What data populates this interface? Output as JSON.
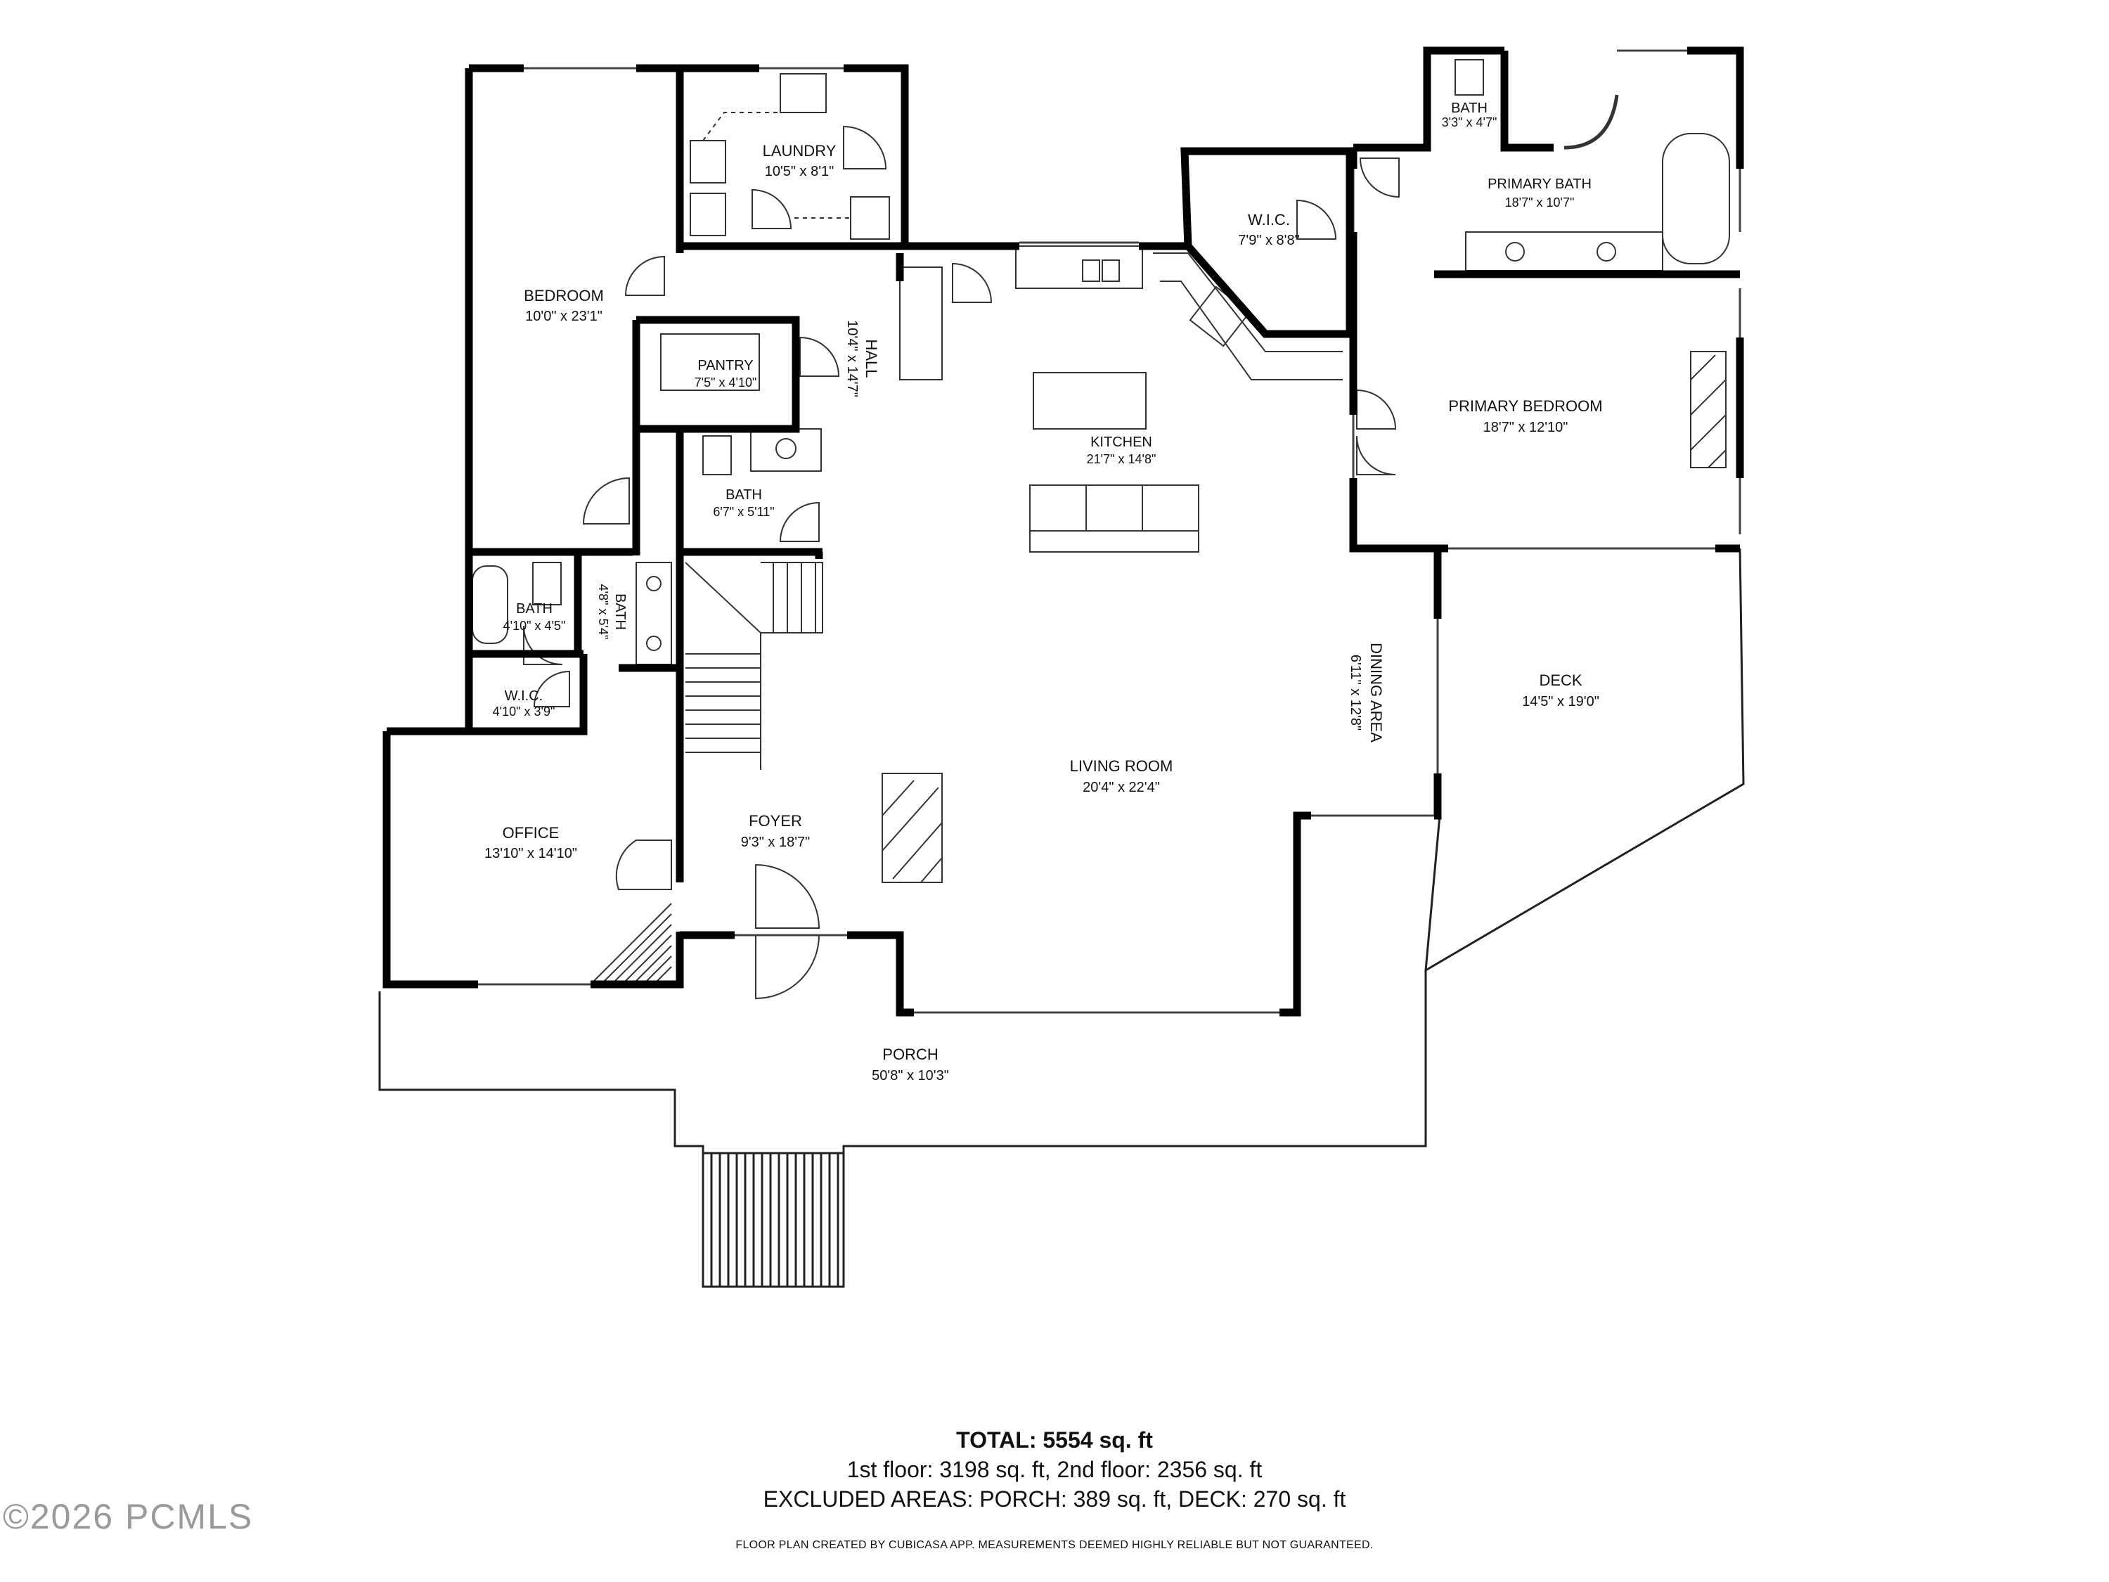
{
  "rooms": [
    {
      "id": "bedroom",
      "name": "BEDROOM",
      "dim": "10'0\" x 23'1\""
    },
    {
      "id": "laundry",
      "name": "LAUNDRY",
      "dim": "10'5\" x 8'1\""
    },
    {
      "id": "pantry",
      "name": "PANTRY",
      "dim": "7'5\" x 4'10\""
    },
    {
      "id": "hall",
      "name": "HALL",
      "dim": "10'4\" x 14'7\""
    },
    {
      "id": "bath-center",
      "name": "BATH",
      "dim": "6'7\" x 5'11\""
    },
    {
      "id": "bath-left",
      "name": "BATH",
      "dim": "4'10\" x 4'5\""
    },
    {
      "id": "bath-small",
      "name": "BATH",
      "dim": "4'8\" x 5'4\""
    },
    {
      "id": "wic-left",
      "name": "W.I.C.",
      "dim": "4'10\" x 3'9\""
    },
    {
      "id": "office",
      "name": "OFFICE",
      "dim": "13'10\" x 14'10\""
    },
    {
      "id": "foyer",
      "name": "FOYER",
      "dim": "9'3\" x 18'7\""
    },
    {
      "id": "living",
      "name": "LIVING ROOM",
      "dim": "20'4\" x 22'4\""
    },
    {
      "id": "kitchen",
      "name": "KITCHEN",
      "dim": "21'7\" x 14'8\""
    },
    {
      "id": "dining",
      "name": "DINING AREA",
      "dim": "6'11\" x 12'8\""
    },
    {
      "id": "wic-primary",
      "name": "W.I.C.",
      "dim": "7'9\" x 8'8\""
    },
    {
      "id": "bath-primary-small",
      "name": "BATH",
      "dim": "3'3\" x 4'7\""
    },
    {
      "id": "primary-bath",
      "name": "PRIMARY BATH",
      "dim": "18'7\" x 10'7\""
    },
    {
      "id": "primary-bedroom",
      "name": "PRIMARY BEDROOM",
      "dim": "18'7\" x 12'10\""
    },
    {
      "id": "deck",
      "name": "DECK",
      "dim": "14'5\" x 19'0\""
    },
    {
      "id": "porch",
      "name": "PORCH",
      "dim": "50'8\" x 10'3\""
    }
  ],
  "summary": {
    "total": "TOTAL: 5554 sq. ft",
    "floors": "1st floor: 3198 sq. ft, 2nd floor: 2356 sq. ft",
    "excluded": "EXCLUDED AREAS: PORCH: 389 sq. ft, DECK: 270 sq. ft",
    "disclaimer": "FLOOR PLAN CREATED BY CUBICASA APP. MEASUREMENTS DEEMED HIGHLY RELIABLE BUT NOT GUARANTEED."
  },
  "watermark": "©2026 PCMLS"
}
